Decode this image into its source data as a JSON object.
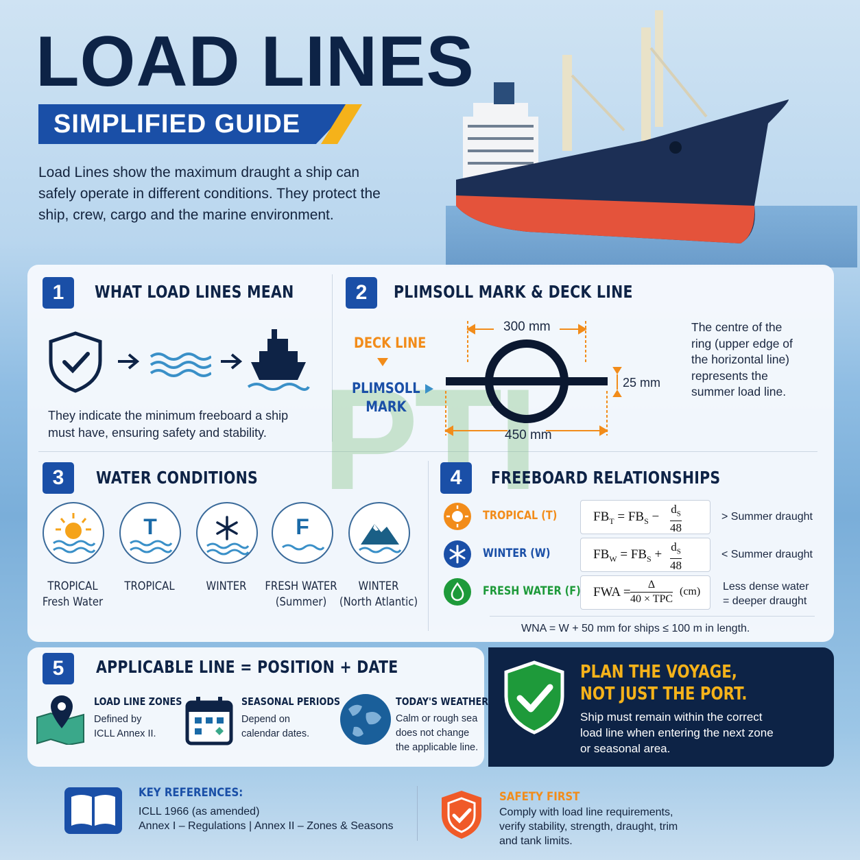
{
  "header": {
    "title": "LOAD LINES",
    "subtitle": "SIMPLIFIED GUIDE",
    "intro": "Load Lines show the maximum draught a ship can safely operate in different conditions. They protect the ship, crew, cargo and the marine environment."
  },
  "section1": {
    "number": "1",
    "title": "WHAT LOAD LINES MEAN",
    "icons": [
      "shield-check-icon",
      "arrow-right-icon",
      "waves-icon",
      "arrow-right-icon",
      "ship-icon"
    ],
    "text": "They indicate the minimum freeboard a ship must have, ensuring safety and stability."
  },
  "section2": {
    "number": "2",
    "title": "PLIMSOLL MARK & DECK LINE",
    "deck_line": "DECK LINE",
    "plimsoll_line1": "PLIMSOLL",
    "plimsoll_line2": "MARK",
    "dim_top": "300 mm",
    "dim_thickness": "25 mm",
    "dim_bottom": "450 mm",
    "note": "The centre of the ring (upper edge of the horizontal line) represents the summer load line."
  },
  "section3": {
    "number": "3",
    "title": "WATER CONDITIONS",
    "conditions": [
      {
        "icon": "sun-waves-icon",
        "line1": "TROPICAL",
        "line2": "Fresh Water"
      },
      {
        "icon": "letter-t-icon",
        "glyph": "T",
        "line1": "TROPICAL",
        "line2": ""
      },
      {
        "icon": "snowflake-icon",
        "line1": "WINTER",
        "line2": ""
      },
      {
        "icon": "letter-f-icon",
        "glyph": "F",
        "line1": "FRESH WATER",
        "line2": "(Summer)"
      },
      {
        "icon": "mountain-icon",
        "line1": "WINTER",
        "line2": "(North Atlantic)"
      }
    ]
  },
  "section4": {
    "number": "4",
    "title": "FREEBOARD RELATIONSHIPS",
    "rows": [
      {
        "label": "TROPICAL (T)",
        "color": "#f28c1a",
        "note": "> Summer draught"
      },
      {
        "label": "WINTER (W)",
        "color": "#1a4fa7",
        "note": "< Summer draught"
      },
      {
        "label": "FRESH WATER (F)",
        "color": "#1e9a3a",
        "note_line1": "Less dense water",
        "note_line2": "= deeper draught"
      }
    ],
    "formulas": {
      "fbt_lhs": "FB",
      "fbt_sub": "T",
      "eq": "=",
      "fbs": "FB",
      "fbs_sub": "S",
      "minus": "−",
      "plus": "+",
      "ds": "d",
      "ds_sub": "S",
      "den": "48",
      "fbw_sub": "W",
      "fwa": "FWA",
      "delta": "Δ",
      "tpc": "40 × TPC",
      "unit": "(cm)"
    },
    "footnote": "WNA = W + 50 mm for ships ≤ 100 m in length."
  },
  "section5": {
    "number": "5",
    "title": "APPLICABLE LINE = POSITION + DATE",
    "cards": [
      {
        "icon": "map-pin-icon",
        "head": "LOAD LINE ZONES",
        "text1": "Defined by",
        "text2": "ICLL Annex II.",
        "text3": ""
      },
      {
        "icon": "calendar-icon",
        "head": "SEASONAL PERIODS",
        "text1": "Depend on",
        "text2": "calendar dates.",
        "text3": ""
      },
      {
        "icon": "globe-icon",
        "head": "TODAY'S WEATHER",
        "text1": "Calm or rough sea",
        "text2": "does not change",
        "text3": "the applicable line."
      }
    ]
  },
  "callout": {
    "head_line1": "PLAN THE VOYAGE,",
    "head_line2": "NOT JUST THE PORT.",
    "text": "Ship must remain within the correct load line when entering the next zone or seasonal area."
  },
  "footer": {
    "refs_head": "KEY REFERENCES:",
    "refs_line1": "ICLL 1966 (as amended)",
    "refs_line2": "Annex I – Regulations | Annex II – Zones & Seasons",
    "safety_head": "SAFETY FIRST",
    "safety_text": "Comply with load line requirements, verify stability, strength, draught, trim and tank limits."
  },
  "watermark": "PTI",
  "colors": {
    "navy": "#0d2346",
    "blue": "#1a4fa7",
    "accent": "#f5b21a",
    "orange": "#f28c1a",
    "green": "#1e9a3a"
  }
}
